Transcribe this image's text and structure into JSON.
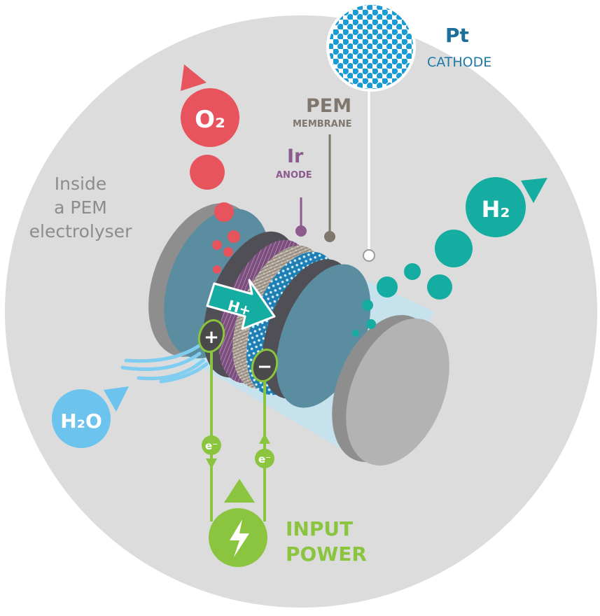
{
  "title": {
    "line1": "Inside",
    "line2": "a PEM",
    "line3": "electrolyser"
  },
  "cathode": {
    "symbol": "Pt",
    "label": "CATHODE"
  },
  "membrane": {
    "symbol": "PEM",
    "label": "MEMBRANE"
  },
  "anode": {
    "symbol": "Ir",
    "label": "ANODE"
  },
  "molecules": {
    "oxygen": "O₂",
    "hydrogen": "H₂",
    "water": "H₂O",
    "proton": "H+"
  },
  "electrodes": {
    "positive": "+",
    "negative": "−"
  },
  "electron": "e⁻",
  "power": {
    "line1": "INPUT",
    "line2": "POWER"
  },
  "colors": {
    "background_circle": "#dcdcdc",
    "oxygen": "#e8545e",
    "hydrogen": "#15ada2",
    "water": "#6cc3ee",
    "power": "#8bc53f",
    "anode": "#8c5a8c",
    "membrane": "#7f776e",
    "cathode": "#1d78a8",
    "chamber": "#5f8ea0",
    "endplate": "#a8a8a8"
  },
  "icons": [
    "lightning-bolt-icon",
    "arrow-right-icon",
    "triangle-up-icon"
  ]
}
